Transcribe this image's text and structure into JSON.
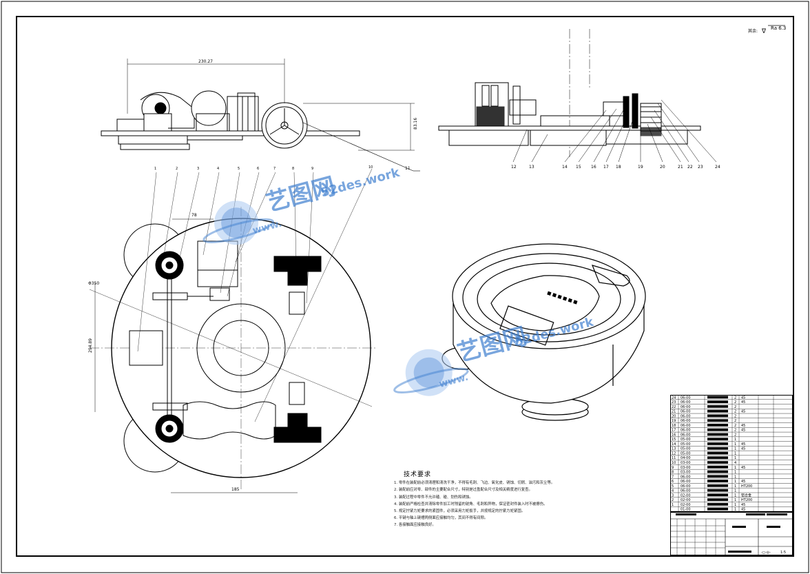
{
  "roughness": {
    "prefix": "其余:",
    "symbol": "∇",
    "value": "Ra 6.3"
  },
  "dimensions": {
    "top_width": "230.27",
    "top_height": "83.16",
    "plan_offset": "78",
    "plan_dia": "Φ350",
    "plan_height": "294.89",
    "plan_bottom": "185"
  },
  "callouts_side": [
    "11"
  ],
  "callouts_right": [
    "12",
    "13",
    "14",
    "15",
    "16",
    "17",
    "18",
    "19",
    "20",
    "21",
    "22",
    "23",
    "24"
  ],
  "callouts_plan": [
    "1",
    "2",
    "3",
    "4",
    "5",
    "6",
    "7",
    "8",
    "9",
    "10"
  ],
  "watermarks": [
    {
      "cn": "艺图网",
      "en": "52des.work",
      "url": "www."
    },
    {
      "cn": "艺图网",
      "en": "52des.work",
      "url": "www."
    }
  ],
  "tech": {
    "title": "技术要求",
    "items": [
      "1. 零件在装配前必须清理和清洗干净，不得有毛刺、飞边、氧化皮、锈蚀、切屑、油污和灰尘等。",
      "2. 装配前应对零、部件的主要配合尺寸，特别是过盈配合尺寸及相关精度进行复查。",
      "3. 装配过程中零件不允许磕、碰、划伤和锈蚀。",
      "4. 装配前严格检查并清除零件加工时残留的锐角、毛刺和异物，保证密封件装入时不被擦伤。",
      "5. 规定拧紧力矩要求的紧固件，必须采用力矩扳手，并按规定的拧紧力矩紧固。",
      "6. 平键与轴上键槽两侧面应接触均匀，其间不得有间隙。",
      "7. 各接触面应接触良好。"
    ]
  },
  "bom": {
    "rows": [
      {
        "no": "24",
        "code": "06-00",
        "qty": "2",
        "mat": "45"
      },
      {
        "no": "23",
        "code": "06-00",
        "qty": "2",
        "mat": "45"
      },
      {
        "no": "22",
        "code": "06-00",
        "qty": "2",
        "mat": ""
      },
      {
        "no": "21",
        "code": "06-00",
        "qty": "2",
        "mat": "45"
      },
      {
        "no": "20",
        "code": "06-00",
        "qty": "2",
        "mat": ""
      },
      {
        "no": "19",
        "code": "06-00",
        "qty": "2",
        "mat": ""
      },
      {
        "no": "18",
        "code": "06-00",
        "qty": "2",
        "mat": "45"
      },
      {
        "no": "17",
        "code": "06-00",
        "qty": "2",
        "mat": "45"
      },
      {
        "no": "16",
        "code": "06-00",
        "qty": "2",
        "mat": ""
      },
      {
        "no": "15",
        "code": "05-00",
        "qty": "1",
        "mat": ""
      },
      {
        "no": "14",
        "code": "05-00",
        "qty": "1",
        "mat": "45"
      },
      {
        "no": "13",
        "code": "05-00",
        "qty": "1",
        "mat": "45"
      },
      {
        "no": "12",
        "code": "05-00",
        "qty": "1",
        "mat": ""
      },
      {
        "no": "11",
        "code": "04-00",
        "qty": "1",
        "mat": ""
      },
      {
        "no": "10",
        "code": "03-00",
        "qty": "4",
        "mat": ""
      },
      {
        "no": "9",
        "code": "03-00",
        "qty": "1",
        "mat": "45"
      },
      {
        "no": "8",
        "code": "03-00",
        "qty": "1",
        "mat": ""
      },
      {
        "no": "7",
        "code": "06-00",
        "qty": "1",
        "mat": ""
      },
      {
        "no": "6",
        "code": "06-00",
        "qty": "1",
        "mat": "45"
      },
      {
        "no": "5",
        "code": "06-00",
        "qty": "1",
        "mat": "HT200"
      },
      {
        "no": "4",
        "code": "06-00",
        "qty": "1",
        "mat": ""
      },
      {
        "no": "3",
        "code": "02-00",
        "qty": "1",
        "mat": "铝合金"
      },
      {
        "no": "2",
        "code": "02-00",
        "qty": "1",
        "mat": "HT200"
      },
      {
        "no": "1",
        "code": "02-00",
        "qty": "1",
        "mat": "45"
      },
      {
        "no": "",
        "code": "01-00",
        "qty": "1",
        "mat": "45"
      }
    ]
  },
  "titleblock": {
    "scale": "1:5",
    "mark": "-◻-◎-"
  },
  "colors": {
    "line": "#000000",
    "watermark_blue": "#3f7fd0",
    "watermark_light": "#a9c8f0"
  }
}
